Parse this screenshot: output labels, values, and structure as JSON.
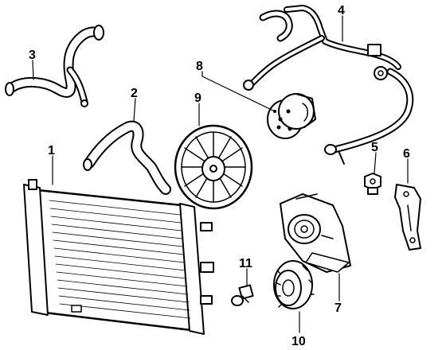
{
  "labels": {
    "p1": "1",
    "p2": "2",
    "p3": "3",
    "p4": "4",
    "p5": "5",
    "p6": "6",
    "p7": "7",
    "p8": "8",
    "p9": "9",
    "p10": "10",
    "p11": "11"
  },
  "colors": {
    "ink": "#000000",
    "paper": "#ffffff"
  }
}
